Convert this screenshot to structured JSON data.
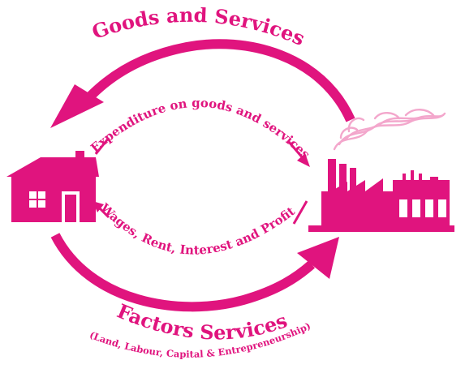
{
  "colors": {
    "accent": "#e0147e",
    "smoke": "#f3a7cc"
  },
  "labels": {
    "top_flow": "Goods and Services",
    "top_inner": "Expenditure on goods and services",
    "bottom_inner": "Wages, Rent, Interest and Profit",
    "bottom_flow": "Factors Services",
    "bottom_sub": "(Land, Labour, Capital & Entrepreneurship)"
  },
  "icons": {
    "household": "house-icon",
    "firm": "factory-icon"
  }
}
